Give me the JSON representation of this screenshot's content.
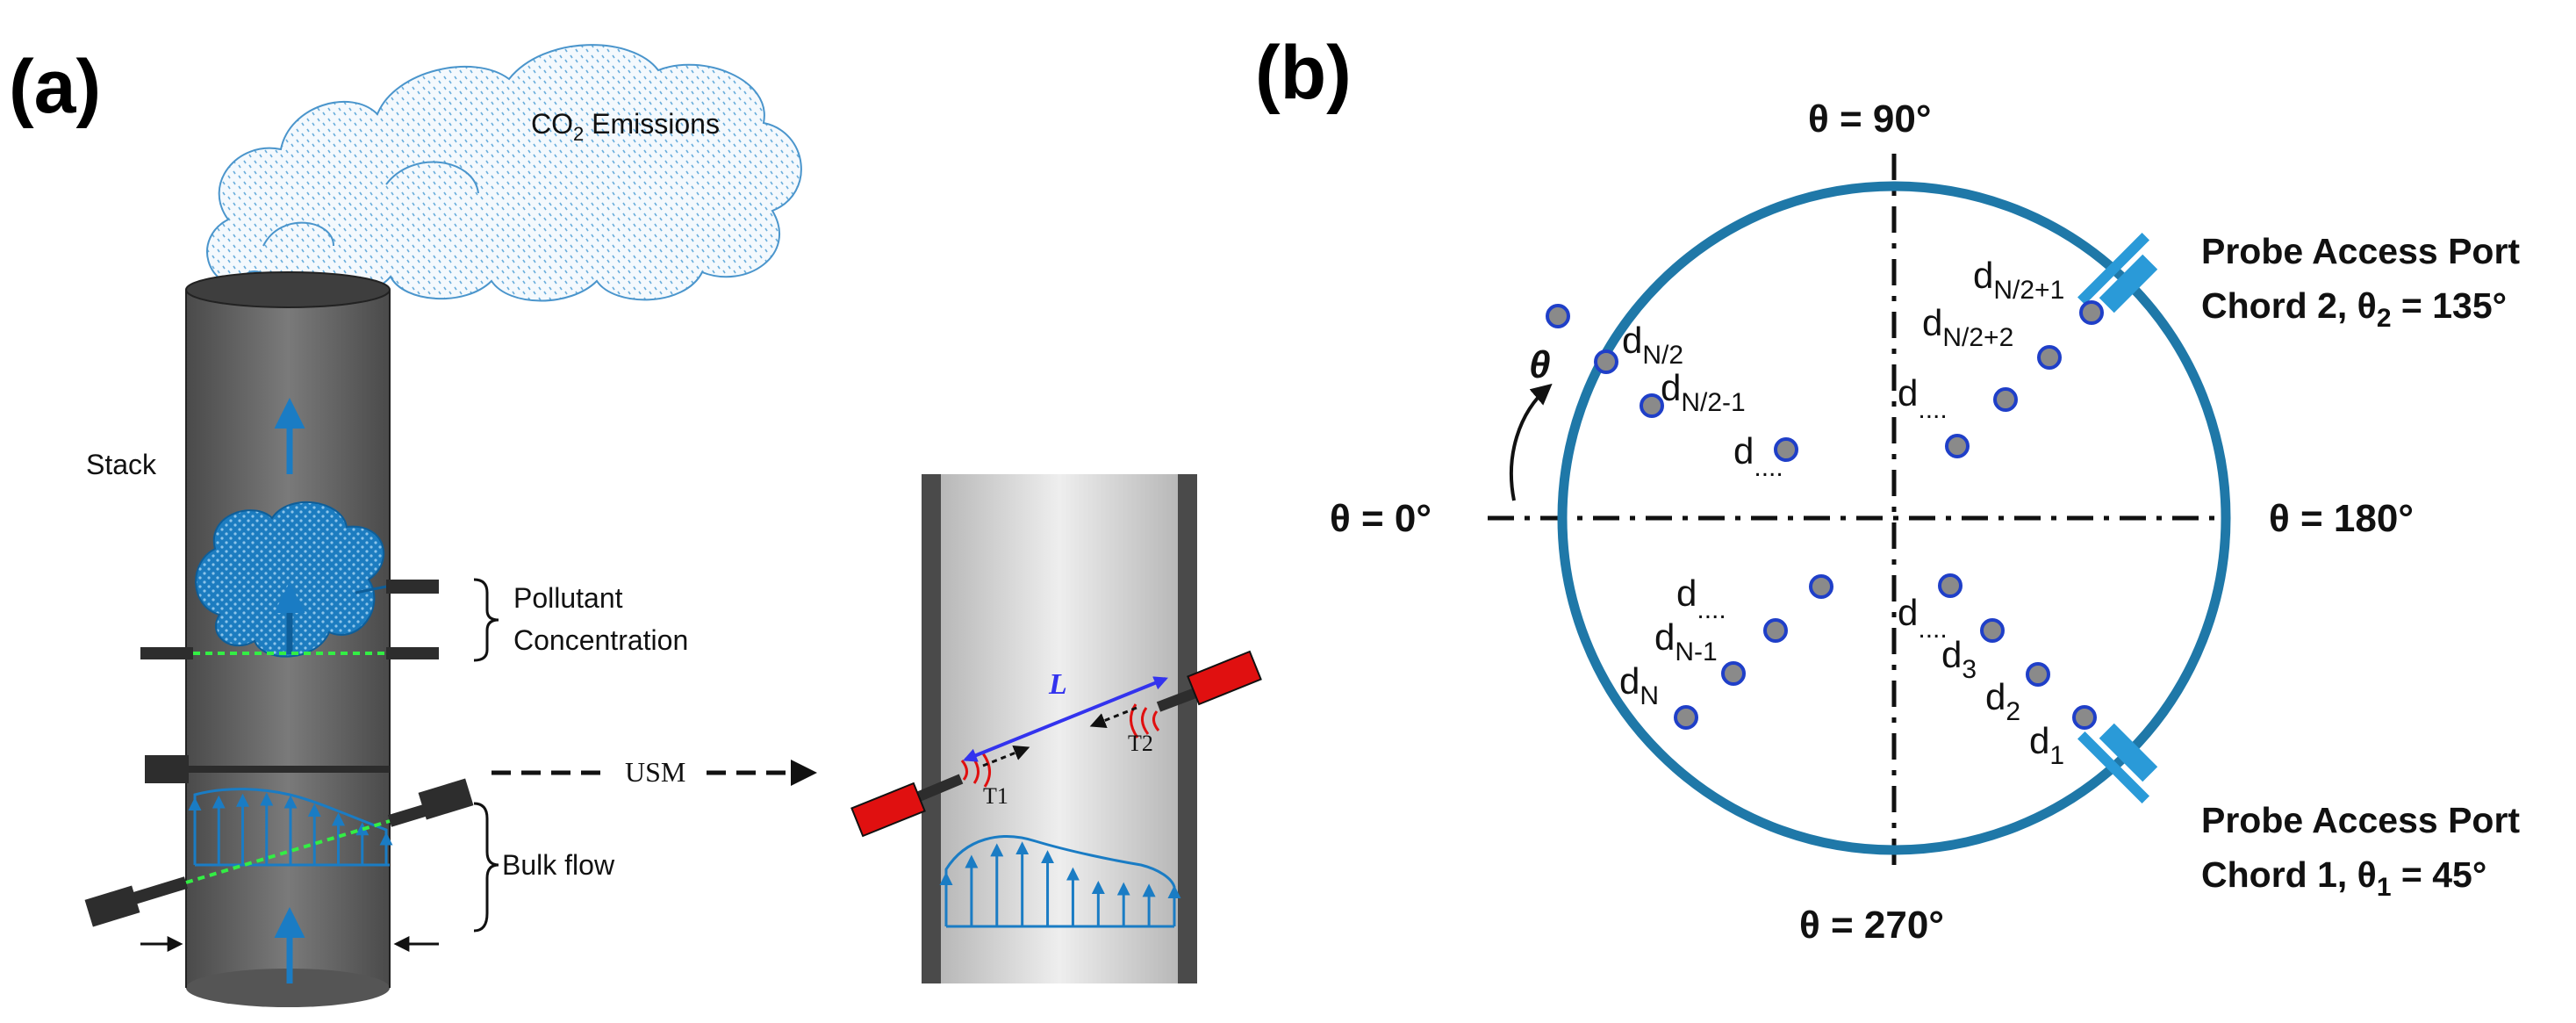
{
  "panel_a": {
    "label": "(a)",
    "emissions": {
      "prefix": "CO",
      "sub": "2",
      "suffix": " Emissions"
    },
    "stack": "Stack",
    "pollutant_line1": "Pollutant",
    "pollutant_line2": "Concentration",
    "bulk_flow": "Bulk flow",
    "usm": "USM",
    "path_length": "L",
    "t1": "T1",
    "t2": "T2"
  },
  "panel_b": {
    "label": "(b)",
    "theta_symbol": "θ",
    "angle_90": "θ = 90°",
    "angle_0": "θ = 0°",
    "angle_180": "θ = 180°",
    "angle_270": "θ = 270°",
    "port2_line1": "Probe Access Port",
    "port2_line2_prefix": "Chord 2, θ",
    "port2_line2_sub": "2",
    "port2_line2_suffix": " = 135°",
    "port1_line1": "Probe Access Port",
    "port1_line2_prefix": "Chord 1, θ",
    "port1_line2_sub": "1",
    "port1_line2_suffix": " = 45°",
    "d_letter": "d",
    "sub_n2p1": "N/2+1",
    "sub_n2p2": "N/2+2",
    "sub_n2": "N/2",
    "sub_n2m1": "N/2-1",
    "sub_n1": "N-1",
    "sub_n": "N",
    "sub_3": "3",
    "sub_2": "2",
    "sub_1": "1",
    "dots": "...."
  },
  "colors": {
    "pipe_blue": "#1f78a8",
    "arrow_blue": "#1a7cc4",
    "probe_red": "#e01010",
    "path_purple": "#3333ee",
    "stack_gray": "#6e6e6e",
    "point_gray": "#8a8a8a",
    "point_ring": "#1f3fc8"
  }
}
